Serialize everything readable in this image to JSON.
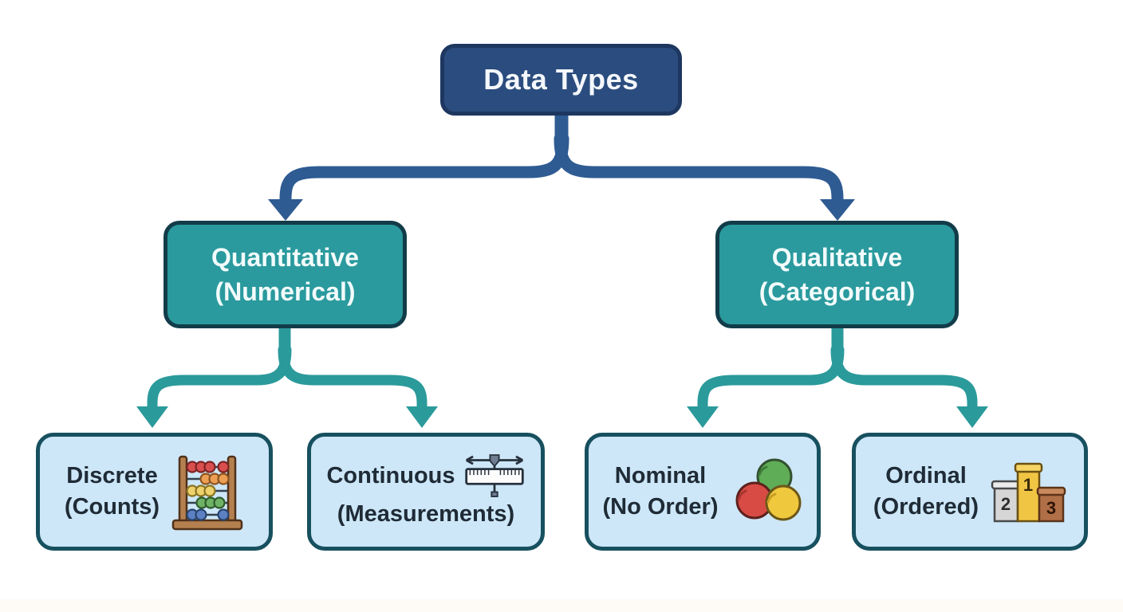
{
  "diagram_title": "Data Types",
  "nodes": {
    "root": {
      "label": "Data Types"
    },
    "quantitative": {
      "line1": "Quantitative",
      "line2": "(Numerical)"
    },
    "qualitative": {
      "line1": "Qualitative",
      "line2": "(Categorical)"
    },
    "discrete": {
      "line1": "Discrete",
      "line2": "(Counts)",
      "icon": "abacus-icon"
    },
    "continuous": {
      "line1": "Continuous",
      "line2": "(Measurements)",
      "icon": "ruler-slider-icon"
    },
    "nominal": {
      "line1": "Nominal",
      "line2": "(No Order)",
      "icon": "colored-balls-icon"
    },
    "ordinal": {
      "line1": "Ordinal",
      "line2": "(Ordered)",
      "icon": "podium-icon"
    }
  },
  "icons": {
    "podium": {
      "first_place": "1",
      "second_place": "2",
      "third_place": "3"
    }
  },
  "colors": {
    "root_fill": "#2b4c7e",
    "root_border": "#1d3760",
    "blue_connector": "#2e5b92",
    "category_fill": "#2a9a9e",
    "category_border": "#123c49",
    "teal_connector": "#2b9a9b",
    "leaf_fill": "#cde7f8",
    "leaf_border": "#17505f",
    "leaf_text": "#1f2b36",
    "background": "#ffffff"
  }
}
